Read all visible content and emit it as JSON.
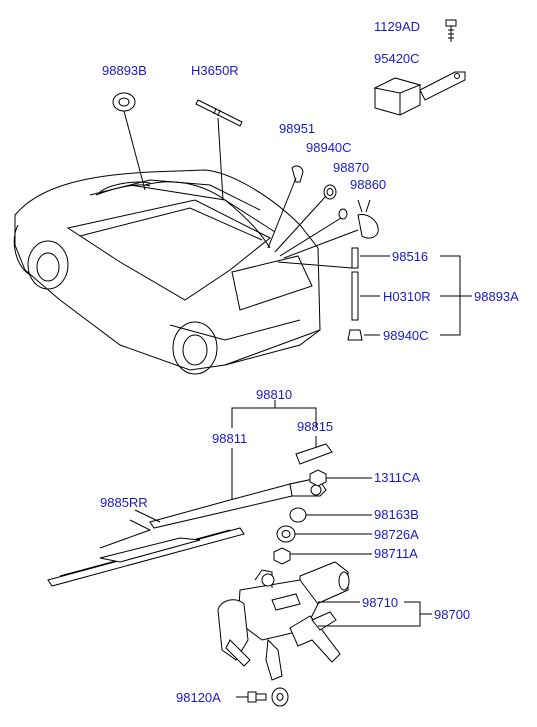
{
  "parts": {
    "p1129AD": "1129AD",
    "p95420C": "95420C",
    "p98893B": "98893B",
    "pH3650R": "H3650R",
    "p98951": "98951",
    "p98940C_top": "98940C",
    "p98870": "98870",
    "p98860": "98860",
    "p98516": "98516",
    "pH0310R": "H0310R",
    "p98893A": "98893A",
    "p98940C_bot": "98940C",
    "p98810": "98810",
    "p98811": "98811",
    "p98815": "98815",
    "p1311CA": "1311CA",
    "p9885RR": "9885RR",
    "p98163B": "98163B",
    "p98726A": "98726A",
    "p98711A": "98711A",
    "p98710": "98710",
    "p98700": "98700",
    "p98120A": "98120A"
  }
}
